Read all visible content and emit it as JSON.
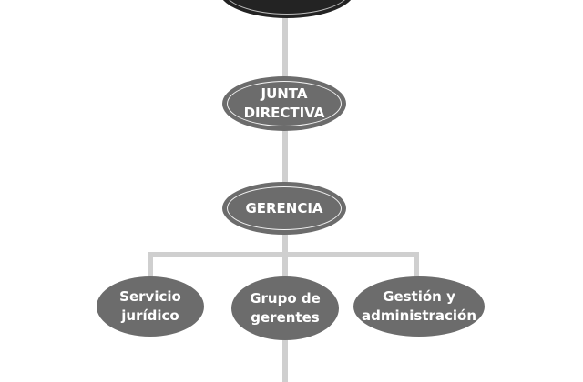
{
  "diagram": {
    "type": "org-chart",
    "colors": {
      "node_fill": "#6c6c6c",
      "top_node_fill": "#232323",
      "connector": "#cfcfcf",
      "text": "#ffffff"
    },
    "nodes": [
      {
        "id": "junta-directiva",
        "label": "JUNTA\nDIRECTIVA"
      },
      {
        "id": "gerencia",
        "label": "GERENCIA"
      },
      {
        "id": "servicio-juridico",
        "label": "Servicio\njurídico"
      },
      {
        "id": "grupo-de-gerentes",
        "label": "Grupo de\ngerentes"
      },
      {
        "id": "gestion-y-administracion",
        "label": "Gestión y\nadministración"
      }
    ],
    "edges": [
      [
        "top-node",
        "junta-directiva"
      ],
      [
        "junta-directiva",
        "gerencia"
      ],
      [
        "gerencia",
        "servicio-juridico"
      ],
      [
        "gerencia",
        "grupo-de-gerentes"
      ],
      [
        "gerencia",
        "gestion-y-administracion"
      ]
    ]
  }
}
